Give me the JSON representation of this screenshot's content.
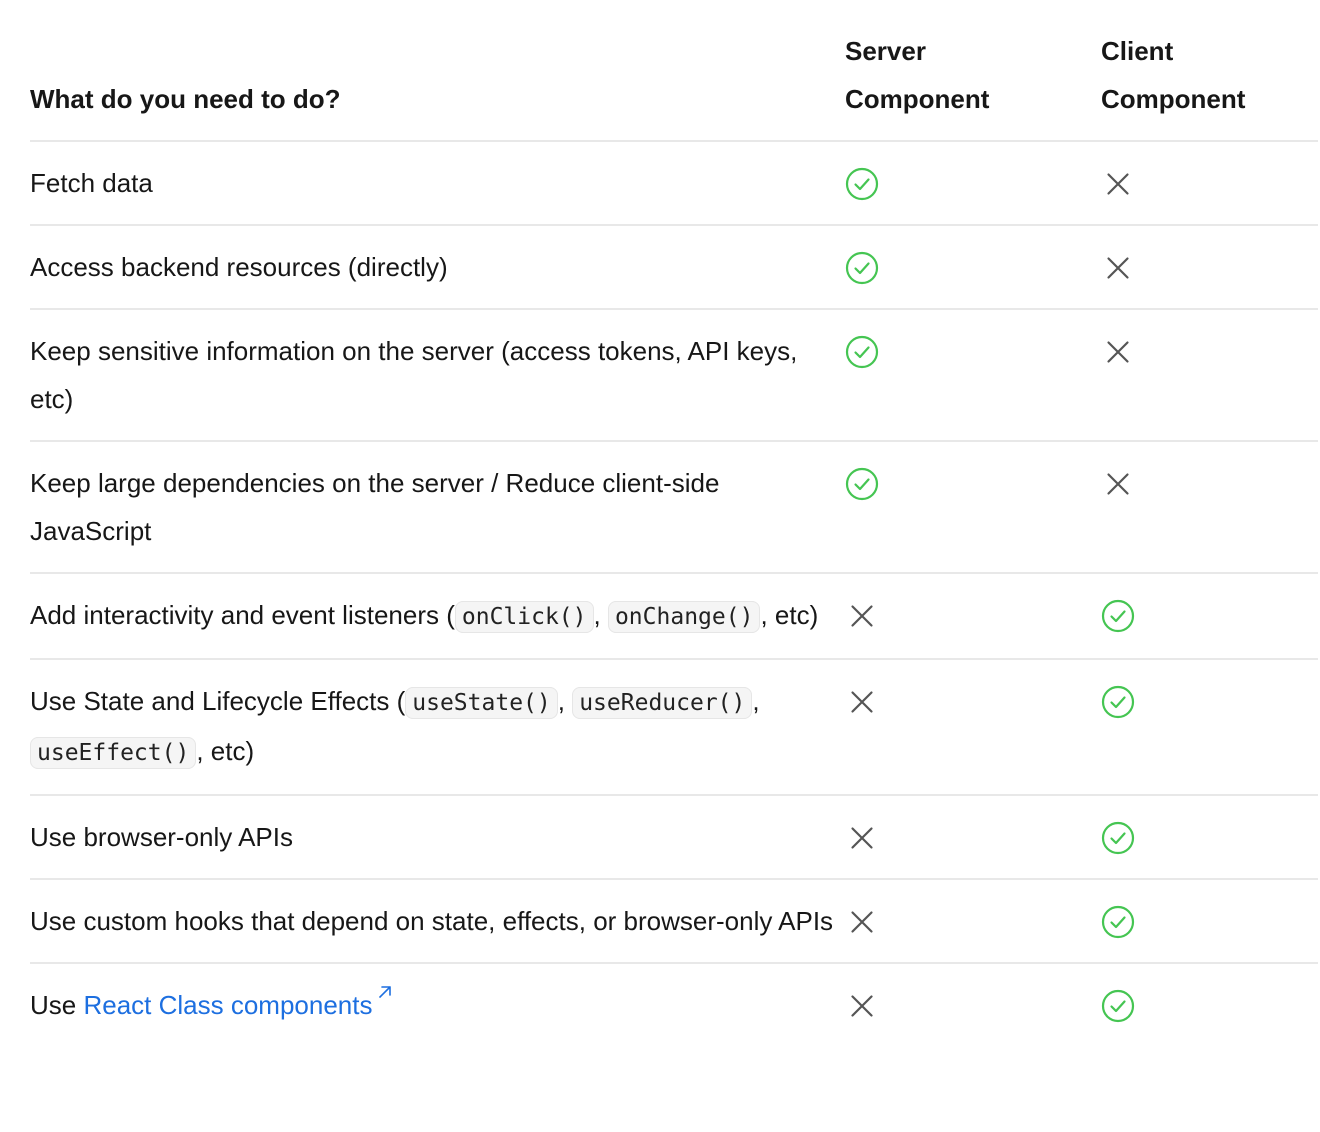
{
  "header": {
    "task": "What do you need to do?",
    "server_line1": "Server",
    "server_line2": "Component",
    "client_line1": "Client",
    "client_line2": "Component"
  },
  "rows": [
    {
      "parts": [
        {
          "text": "Fetch data"
        }
      ],
      "server": true,
      "client": false
    },
    {
      "parts": [
        {
          "text": "Access backend resources (directly)"
        }
      ],
      "server": true,
      "client": false
    },
    {
      "parts": [
        {
          "text": "Keep sensitive information on the server (access tokens, API keys, etc)"
        }
      ],
      "server": true,
      "client": false
    },
    {
      "parts": [
        {
          "text": "Keep large dependencies on the server / Reduce client-side JavaScript"
        }
      ],
      "server": true,
      "client": false
    },
    {
      "parts": [
        {
          "text": "Add interactivity and event listeners ("
        },
        {
          "code": "onClick()"
        },
        {
          "text": ", "
        },
        {
          "code": "onChange()"
        },
        {
          "text": ", etc)"
        }
      ],
      "server": false,
      "client": true
    },
    {
      "parts": [
        {
          "text": "Use State and Lifecycle Effects ("
        },
        {
          "code": "useState()"
        },
        {
          "text": ", "
        },
        {
          "code": "useReducer()"
        },
        {
          "text": ", "
        },
        {
          "code": "useEffect()"
        },
        {
          "text": ", etc)"
        }
      ],
      "server": false,
      "client": true
    },
    {
      "parts": [
        {
          "text": "Use browser-only APIs"
        }
      ],
      "server": false,
      "client": true
    },
    {
      "parts": [
        {
          "text": "Use custom hooks that depend on state, effects, or browser-only APIs"
        }
      ],
      "server": false,
      "client": true
    },
    {
      "parts": [
        {
          "text": "Use "
        },
        {
          "link": "React Class components"
        }
      ],
      "server": false,
      "client": true
    }
  ],
  "icons": {
    "yes": "check-circle-icon",
    "no": "x-icon",
    "external": "external-link-icon"
  },
  "colors": {
    "check": "#45c552",
    "cross": "#555555",
    "link": "#1d6fe0",
    "divider": "#e8e8e8"
  }
}
